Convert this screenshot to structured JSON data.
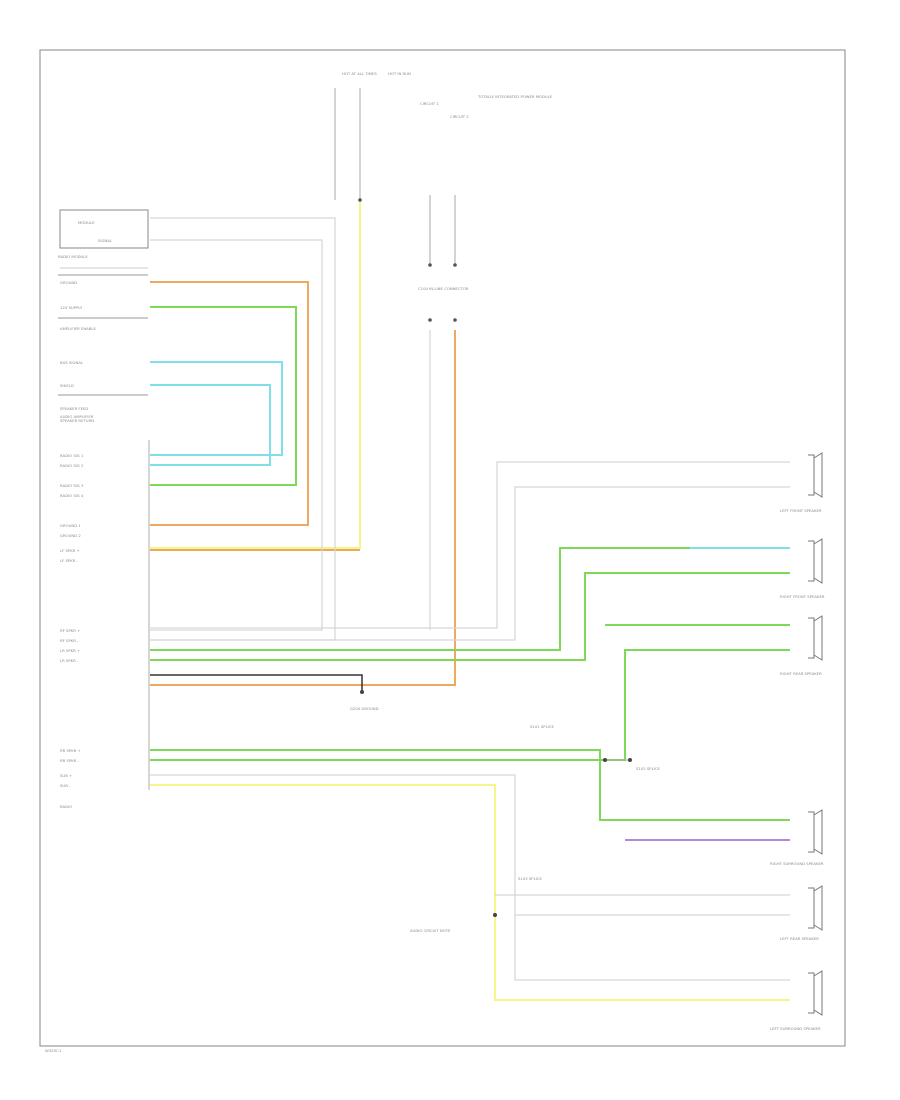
{
  "figure": {
    "footer_code": "W3Z0C1"
  },
  "nodes": {
    "top_left_fuse": "HOT AT ALL TIMES",
    "top_right_fuse": "HOT IN RUN",
    "top_right_note": "TOTALLY INTEGRATED POWER MODULE",
    "top_box_left": "CIRCUIT 1",
    "top_box_right": "CIRCUIT 2",
    "small_box_upper": "MODULE",
    "small_box_lower": "SIGNAL",
    "small_box_caption": "RADIO MODULE",
    "center_connector": "C100 IN-LINE CONNECTOR",
    "ground_label": "G200 GROUND",
    "splice_upper": "S101 SPLICE",
    "splice_lower": "S102 SPLICE",
    "left_module_caption": "AUDIO AMPLIFIER",
    "bottom_splice": "S103 SPLICE",
    "bottom_splice_note": "AUDIO CIRCUIT NOTE",
    "footer_left": "RADIO"
  },
  "left_labels": [
    "GROUND",
    "12V SUPPLY",
    "AMPLIFIER ENABLE",
    "BUS SIGNAL",
    "SHIELD",
    "SPEAKER FEED",
    "SPEAKER RETURN"
  ],
  "connector_pins": [
    "RADIO SIG 1",
    "RADIO SIG 2",
    "RADIO SIG 3",
    "RADIO SIG 4",
    "GROUND 1",
    "GROUND 2",
    "LF SPKR +",
    "LF SPKR -",
    "RF SPKR +",
    "RF SPKR -",
    "LR SPKR +",
    "LR SPKR -",
    "RR SPKR +",
    "RR SPKR -",
    "SUB +",
    "SUB -"
  ],
  "speakers": [
    {
      "name": "LEFT FRONT SPEAKER"
    },
    {
      "name": "RIGHT FRONT SPEAKER"
    },
    {
      "name": "RIGHT REAR SPEAKER"
    },
    {
      "name": "RIGHT SURROUND SPEAKER"
    },
    {
      "name": "LEFT REAR SPEAKER"
    },
    {
      "name": "LEFT SURROUND SPEAKER"
    }
  ],
  "colors": {
    "frame": "#999999",
    "ltgray": "#cfcfcf",
    "orange": "#f0a860",
    "green": "#7ed957",
    "cyan": "#7fe0ea",
    "yellow": "#f5f58a",
    "purple": "#b08ad8",
    "black": "#333333"
  }
}
